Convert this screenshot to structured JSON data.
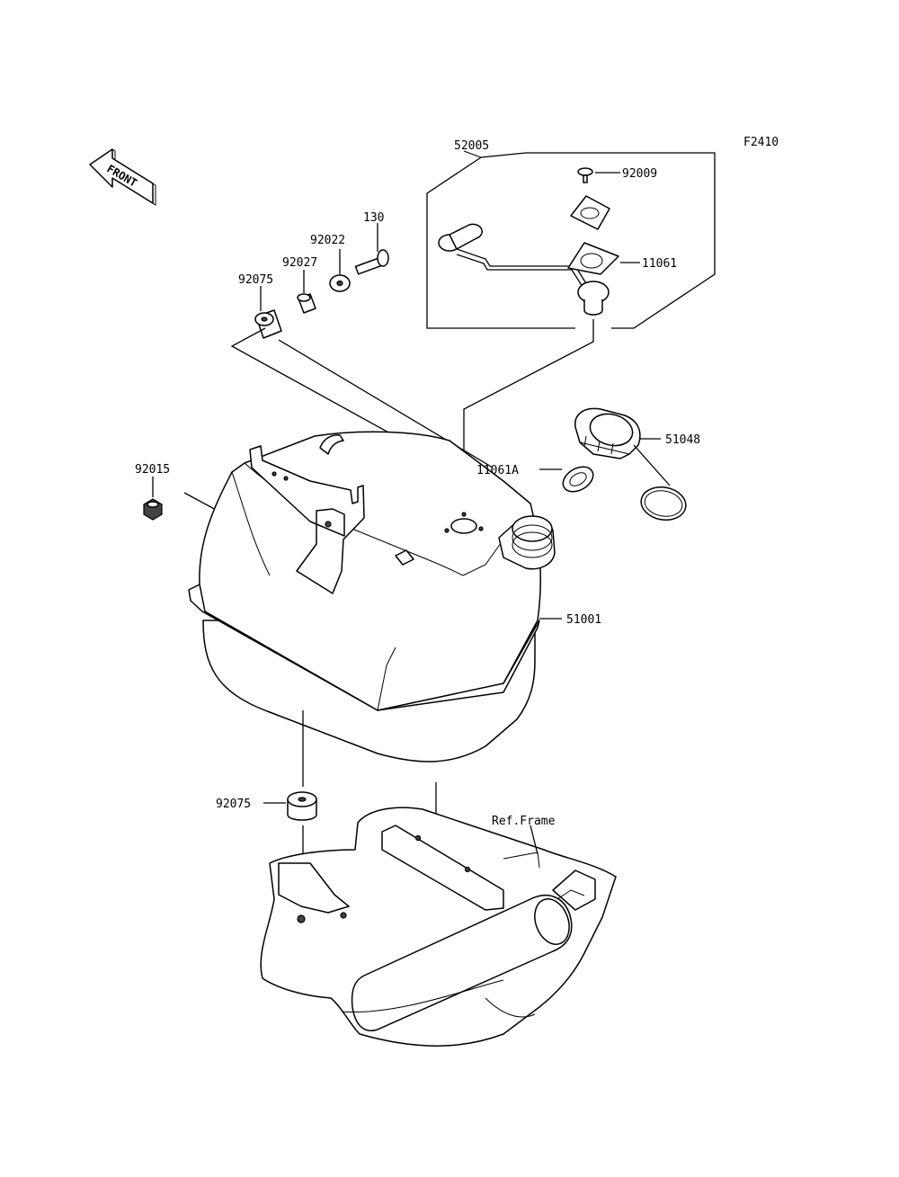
{
  "diagram": {
    "figure_code": "F2410",
    "front_arrow_text": "FRONT",
    "parts": {
      "p52005": "52005",
      "p92009": "92009",
      "p11061": "11061",
      "p130": "130",
      "p92022": "92022",
      "p92027": "92027",
      "p92075_top": "92075",
      "p51048": "51048",
      "p92015": "92015",
      "p11061A": "11061A",
      "p51001": "51001",
      "p92075_bottom": "92075",
      "ref_frame": "Ref.Frame"
    }
  }
}
